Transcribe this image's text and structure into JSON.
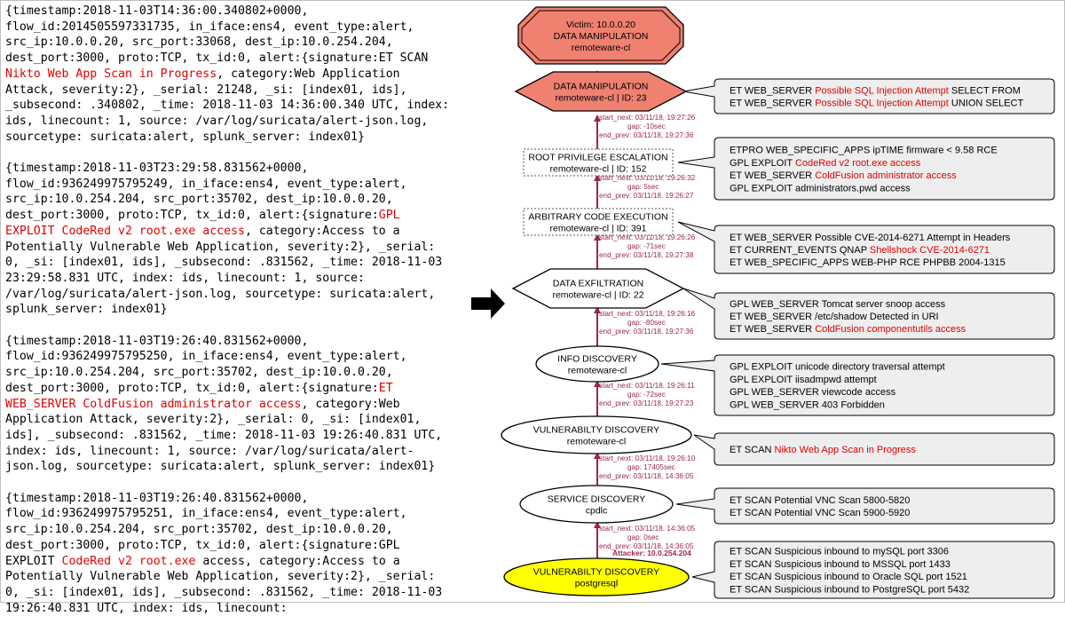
{
  "logs": [
    {
      "lines": [
        [
          {
            "t": "{timestamp:2018-11-03T14:36:00.340802+0000,"
          }
        ],
        [
          {
            "t": "flow_id:2014505597331735, in_iface:ens4, event_type:alert,"
          }
        ],
        [
          {
            "t": "src_ip:10.0.0.20, src_port:33068, dest_ip:10.0.254.204,"
          }
        ],
        [
          {
            "t": "dest_port:3000, proto:TCP, tx_id:0, alert:{signature:ET SCAN"
          }
        ],
        [
          {
            "t": "Nikto Web App Scan in Progress",
            "hl": true
          },
          {
            "t": ", category:Web Application"
          }
        ],
        [
          {
            "t": "Attack, severity:2}, _serial: 21248, _si: [index01, ids],"
          }
        ],
        [
          {
            "t": "_subsecond: .340802, _time: 2018-11-03 14:36:00.340 UTC, index:"
          }
        ],
        [
          {
            "t": "ids, linecount: 1, source: /var/log/suricata/alert-json.log,"
          }
        ],
        [
          {
            "t": "sourcetype: suricata:alert, splunk_server: index01}"
          }
        ]
      ]
    },
    {
      "lines": [
        [
          {
            "t": "{timestamp:2018-11-03T23:29:58.831562+0000,"
          }
        ],
        [
          {
            "t": "flow_id:936249975795249, in_iface:ens4, event_type:alert,"
          }
        ],
        [
          {
            "t": "src_ip:10.0.254.204, src_port:35702, dest_ip:10.0.0.20,"
          }
        ],
        [
          {
            "t": "dest_port:3000, proto:TCP, tx_id:0, alert:{signature:"
          },
          {
            "t": "GPL",
            "hl": true
          }
        ],
        [
          {
            "t": "EXPLOIT CodeRed v2 root.exe access",
            "hl": true
          },
          {
            "t": ", category:Access to a"
          }
        ],
        [
          {
            "t": "Potentially Vulnerable Web Application, severity:2}, _serial:"
          }
        ],
        [
          {
            "t": "0, _si: [index01, ids], _subsecond: .831562, _time: 2018-11-03"
          }
        ],
        [
          {
            "t": "23:29:58.831 UTC, index: ids, linecount: 1, source:"
          }
        ],
        [
          {
            "t": "/var/log/suricata/alert-json.log, sourcetype: suricata:alert,"
          }
        ],
        [
          {
            "t": "splunk_server: index01}"
          }
        ]
      ]
    },
    {
      "lines": [
        [
          {
            "t": "{timestamp:2018-11-03T19:26:40.831562+0000,"
          }
        ],
        [
          {
            "t": "flow_id:936249975795250, in_iface:ens4, event_type:alert,"
          }
        ],
        [
          {
            "t": "src_ip:10.0.254.204, src_port:35702, dest_ip:10.0.0.20,"
          }
        ],
        [
          {
            "t": "dest_port:3000, proto:TCP, tx_id:0, alert:{signature:"
          },
          {
            "t": "ET",
            "hl": true
          }
        ],
        [
          {
            "t": "WEB_SERVER ColdFusion administrator access",
            "hl": true
          },
          {
            "t": ", category:Web"
          }
        ],
        [
          {
            "t": "Application Attack, severity:2}, _serial: 0, _si: [index01,"
          }
        ],
        [
          {
            "t": "ids], _subsecond: .831562, _time: 2018-11-03 19:26:40.831 UTC,"
          }
        ],
        [
          {
            "t": "index: ids, linecount: 1, source: /var/log/suricata/alert-"
          }
        ],
        [
          {
            "t": "json.log, sourcetype: suricata:alert, splunk_server: index01}"
          }
        ]
      ]
    },
    {
      "lines": [
        [
          {
            "t": "{timestamp:2018-11-03T19:26:40.831562+0000,"
          }
        ],
        [
          {
            "t": "flow_id:936249975795251, in_iface:ens4, event_type:alert,"
          }
        ],
        [
          {
            "t": "src_ip:10.0.254.204, src_port:35702, dest_ip:10.0.0.20,"
          }
        ],
        [
          {
            "t": "dest_port:3000, proto:TCP, tx_id:0, alert:{signature:GPL"
          }
        ],
        [
          {
            "t": "EXPLOIT "
          },
          {
            "t": "CodeRed v2 root.exe",
            "hl": true
          },
          {
            "t": " access, category:Access to a"
          }
        ],
        [
          {
            "t": "Potentially Vulnerable Web Application, severity:2}, _serial:"
          }
        ],
        [
          {
            "t": "0, _si: [index01, ids], _subsecond: .831562, _time: 2018-11-03"
          }
        ],
        [
          {
            "t": "19:26:40.831 UTC, index: ids, linecount:"
          }
        ]
      ]
    }
  ],
  "colors": {
    "highlight": "#e00000",
    "edge": "#9b2550",
    "salmon": "#f08070",
    "yellow": "#ffff00",
    "callout": "#eeeeee"
  },
  "nodes": [
    {
      "id": "victim",
      "shape": "octagon",
      "fill": "salmon",
      "lines": [
        "Victim: 10.0.0.20",
        "DATA MANIPULATION",
        "remoteware-cl"
      ]
    },
    {
      "id": "data-manipulation",
      "shape": "hexagon",
      "fill": "salmon",
      "lines": [
        "DATA MANIPULATION",
        "remoteware-cl | ID: 23"
      ]
    },
    {
      "id": "root-privilege-escalation",
      "shape": "dotted-box",
      "fill": "white",
      "lines": [
        "ROOT PRIVILEGE ESCALATION",
        "remoteware-cl | ID: 152"
      ]
    },
    {
      "id": "arbitrary-code-execution",
      "shape": "dotted-box",
      "fill": "white",
      "lines": [
        "ARBITRARY CODE EXECUTION",
        "remoteware-cl | ID: 391"
      ]
    },
    {
      "id": "data-exfiltration",
      "shape": "hexagon",
      "fill": "white",
      "lines": [
        "DATA EXFILTRATION",
        "remoteware-cl | ID: 22"
      ]
    },
    {
      "id": "info-discovery",
      "shape": "ellipse",
      "fill": "white",
      "lines": [
        "INFO DISCOVERY",
        "remoteware-cl"
      ]
    },
    {
      "id": "vulnerability-discovery-remoteware",
      "shape": "ellipse",
      "fill": "white",
      "lines": [
        "VULNERABILTY DISCOVERY",
        "remoteware-cl"
      ]
    },
    {
      "id": "service-discovery",
      "shape": "ellipse",
      "fill": "white",
      "lines": [
        "SERVICE DISCOVERY",
        "cpdlc"
      ]
    },
    {
      "id": "vulnerability-discovery-postgresql",
      "shape": "ellipse",
      "fill": "yellow",
      "lines": [
        "VULNERABILTY DISCOVERY",
        "postgresql"
      ]
    }
  ],
  "edges": [
    {
      "lines": [
        "start_next: 03/11/18, 19:27:26",
        "gap: -10sec",
        "end_prev: 03/11/18, 19:27:36"
      ]
    },
    {
      "lines": [
        "start_next: 03/11/18, 19:26:32",
        "gap: 5sec",
        "end_prev: 03/11/18, 19:26:27"
      ]
    },
    {
      "lines": [
        "start_next: 03/11/18, 19:26:26",
        "gap: -71sec",
        "end_prev: 03/11/18, 19:27:38"
      ]
    },
    {
      "lines": [
        "start_next: 03/11/18, 19:26:16",
        "gap: -80sec",
        "end_prev: 03/11/18, 19:27:36"
      ]
    },
    {
      "lines": [
        "start_next: 03/11/18, 19:26:11",
        "gap: -72sec",
        "end_prev: 03/11/18, 19:27:23"
      ]
    },
    {
      "lines": [
        "start_next: 03/11/18, 19:26:10",
        "gap: 17405sec",
        "end_prev: 03/11/18, 14:36:05"
      ]
    },
    {
      "lines": [
        "start_next: 03/11/18, 14:36:05",
        "gap: 0sec",
        "end_prev: 03/11/18, 14:36:05"
      ]
    }
  ],
  "attacker_label": "Attacker: 10.0.254.204",
  "callouts": [
    {
      "node": "data-manipulation",
      "lines": [
        [
          {
            "t": "ET WEB_SERVER "
          },
          {
            "t": "Possible SQL Injection Attempt",
            "hl": true
          },
          {
            "t": " SELECT FROM"
          }
        ],
        [
          {
            "t": "ET WEB_SERVER "
          },
          {
            "t": "Possible SQL Injection Attempt",
            "hl": true
          },
          {
            "t": " UNION SELECT"
          }
        ]
      ]
    },
    {
      "node": "root-privilege-escalation",
      "lines": [
        [
          {
            "t": "ETPRO WEB_SPECIFIC_APPS ipTIME firmware < 9.58 RCE"
          }
        ],
        [
          {
            "t": "GPL EXPLOIT "
          },
          {
            "t": "CodeRed v2 root.exe access",
            "hl": true
          }
        ],
        [
          {
            "t": "ET WEB_SERVER "
          },
          {
            "t": "ColdFusion administrator access",
            "hl": true
          }
        ],
        [
          {
            "t": "GPL EXPLOIT administrators.pwd access"
          }
        ]
      ]
    },
    {
      "node": "arbitrary-code-execution",
      "lines": [
        [
          {
            "t": "ET WEB_SERVER Possible CVE-2014-6271 Attempt in Headers"
          }
        ],
        [
          {
            "t": "ET CURRENT_EVENTS QNAP "
          },
          {
            "t": "Shellshock CVE-2014-6271",
            "hl": true
          }
        ],
        [
          {
            "t": "ET WEB_SPECIFIC_APPS WEB-PHP RCE PHPBB 2004-1315"
          }
        ]
      ]
    },
    {
      "node": "data-exfiltration",
      "lines": [
        [
          {
            "t": "GPL WEB_SERVER Tomcat server snoop access"
          }
        ],
        [
          {
            "t": "ET WEB_SERVER /etc/shadow Detected in URI"
          }
        ],
        [
          {
            "t": "ET WEB_SERVER "
          },
          {
            "t": "ColdFusion componentutils access",
            "hl": true
          }
        ]
      ]
    },
    {
      "node": "info-discovery",
      "lines": [
        [
          {
            "t": "GPL EXPLOIT unicode directory traversal attempt"
          }
        ],
        [
          {
            "t": "GPL EXPLOIT iisadmpwd attempt"
          }
        ],
        [
          {
            "t": "GPL WEB_SERVER viewcode access"
          }
        ],
        [
          {
            "t": "GPL WEB_SERVER 403 Forbidden"
          }
        ]
      ]
    },
    {
      "node": "vulnerability-discovery-remoteware",
      "lines": [
        [
          {
            "t": "ET SCAN "
          },
          {
            "t": "Nikto Web App Scan in Progress",
            "hl": true
          }
        ]
      ]
    },
    {
      "node": "service-discovery",
      "lines": [
        [
          {
            "t": "ET SCAN Potential VNC Scan 5800-5820"
          }
        ],
        [
          {
            "t": "ET SCAN Potential VNC Scan 5900-5920"
          }
        ]
      ]
    },
    {
      "node": "vulnerability-discovery-postgresql",
      "lines": [
        [
          {
            "t": "ET SCAN Suspicious inbound to mySQL port 3306"
          }
        ],
        [
          {
            "t": "ET SCAN Suspicious inbound to MSSQL port 1433"
          }
        ],
        [
          {
            "t": "ET SCAN Suspicious inbound to Oracle SQL port 1521"
          }
        ],
        [
          {
            "t": "ET SCAN Suspicious inbound to PostgreSQL port 5432"
          }
        ]
      ]
    }
  ]
}
